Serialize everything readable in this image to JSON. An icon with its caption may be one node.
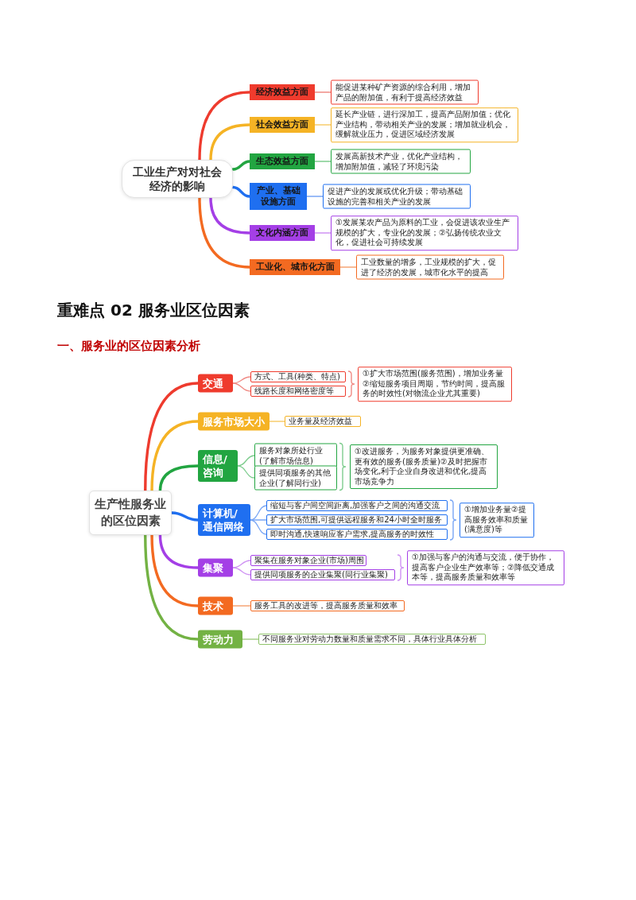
{
  "diagram": {
    "nodes": [
      {
        "text": [
          "工业生产对对社会经济的影响"
        ]
      },
      {
        "text": [
          "经济效益方面"
        ]
      },
      {
        "text": [
          "能促进某种矿产资源的综合利用，增加产品的附加值，有利于提高经济效益"
        ]
      },
      {
        "text": [
          "社会效益方面"
        ]
      },
      {
        "text": [
          "延长产业链，进行深加工，提高产品附加值；优化产业结构，带动相关产业的发展；增加就业机会，缓解就业压力，促进区域经济发展"
        ]
      },
      {
        "text": [
          "生态效益方面"
        ]
      },
      {
        "text": [
          "发展高新技术产业，优化产业结构，增加附加值，减轻了环境污染"
        ]
      },
      {
        "text": [
          "产业、基础设施方面"
        ]
      },
      {
        "text": [
          "促进产业的发展或优化升级；带动基础设施的完善和相关产业的发展"
        ]
      },
      {
        "text": [
          "文化内涵方面"
        ]
      },
      {
        "text": [
          "①发展某农产品为原料的工业，会促进该农业生产规模的扩大，专业化的发展；②弘扬传统农业文化，促进社会可持续发展"
        ]
      },
      {
        "text": [
          "工业化、城市化方面"
        ]
      },
      {
        "text": [
          "工业数量的增多，工业规模的扩大，促进了经济的发展，城市化水平的提高"
        ]
      },
      {
        "text": [
          "生产性服务业的区位因素"
        ]
      },
      {
        "text": [
          "交通"
        ]
      },
      {
        "text": [
          "方式、工具(种类、特点)"
        ]
      },
      {
        "text": [
          "线路长度和网络密度等"
        ]
      },
      {
        "text": [
          "①扩大市场范围(服务范围)，增加业务量②缩短服务项目周期，节约时间，提高服务的时效性(对物流企业尤其重要)"
        ]
      },
      {
        "text": [
          "服务市场大小"
        ]
      },
      {
        "text": [
          "业务量及经济效益"
        ]
      },
      {
        "text": [
          "信息/咨询"
        ]
      },
      {
        "text": [
          "服务对象所处行业(了解市场信息)"
        ]
      },
      {
        "text": [
          "提供同项服务的其他企业(了解同行业)"
        ]
      },
      {
        "text": [
          "①改进服务，为服务对象提供更准确、更有效的服务(服务质量)②及时把握市场变化,利于企业自身改进和优化,提高市场竞争力"
        ]
      },
      {
        "text": [
          "计算机/通信网络"
        ]
      },
      {
        "text": [
          "缩短与客户间空间距离,加强客户之间的沟通交流"
        ]
      },
      {
        "text": [
          "扩大市场范围,可提供远程服务和24小时全时服务"
        ]
      },
      {
        "text": [
          "即时沟通,快速响应客户需求,提高服务的时效性"
        ]
      },
      {
        "text": [
          "①增加业务量②提高服务效率和质量(满意度)等"
        ]
      },
      {
        "text": [
          "集聚"
        ]
      },
      {
        "text": [
          "聚集在服务对象企业(市场)周围"
        ]
      },
      {
        "text": [
          "提供同项服务的企业集聚(同行业集聚)"
        ]
      },
      {
        "text": [
          "①加强与客户的沟通与交流，便于协作，提高客户企业生产效率等；②降低交通成本等，提高服务质量和效率等"
        ]
      },
      {
        "text": [
          "技术"
        ]
      },
      {
        "text": [
          "服务工具的改进等，提高服务质量和效率"
        ]
      },
      {
        "text": [
          "劳动力"
        ]
      },
      {
        "text": [
          "不同服务业对劳动力数量和质量需求不同，具体行业具体分析"
        ]
      }
    ],
    "edges": [
      {
        "from": 0,
        "to": 1,
        "arrow": "none",
        "style": "thick",
        "color": "#ee3b2e"
      },
      {
        "from": 1,
        "to": 2,
        "arrow": "none",
        "color": "#f08a84"
      },
      {
        "from": 0,
        "to": 3,
        "arrow": "none",
        "style": "thick",
        "color": "#f5b325"
      },
      {
        "from": 3,
        "to": 4,
        "arrow": "none",
        "color": "#f7cd6e"
      },
      {
        "from": 0,
        "to": 5,
        "arrow": "none",
        "style": "thick",
        "color": "#22a541"
      },
      {
        "from": 5,
        "to": 6,
        "arrow": "none",
        "color": "#7fcd8f"
      },
      {
        "from": 0,
        "to": 7,
        "arrow": "none",
        "style": "thick",
        "color": "#1f6ff0"
      },
      {
        "from": 7,
        "to": 8,
        "arrow": "none",
        "color": "#79a6f5"
      },
      {
        "from": 0,
        "to": 9,
        "arrow": "none",
        "style": "thick",
        "color": "#a43fe6"
      },
      {
        "from": 9,
        "to": 10,
        "arrow": "none",
        "color": "#cf92f3"
      },
      {
        "from": 0,
        "to": 11,
        "arrow": "none",
        "style": "thick",
        "color": "#f36a21"
      },
      {
        "from": 11,
        "to": 12,
        "arrow": "none",
        "color": "#f6a575"
      },
      {
        "from": 13,
        "to": 14,
        "arrow": "none",
        "style": "thick",
        "color": "#ee3b2e"
      },
      {
        "from": 14,
        "to": 15,
        "arrow": "none",
        "color": "#f08a84"
      },
      {
        "from": 14,
        "to": 16,
        "arrow": "none",
        "color": "#f08a84"
      },
      {
        "from": 13,
        "to": 18,
        "arrow": "none",
        "style": "thick",
        "color": "#f5b325"
      },
      {
        "from": 18,
        "to": 19,
        "arrow": "none",
        "color": "#f7cd6e"
      },
      {
        "from": 13,
        "to": 20,
        "arrow": "none",
        "style": "thick",
        "color": "#22a541"
      },
      {
        "from": 20,
        "to": 21,
        "arrow": "none",
        "color": "#7fcd8f"
      },
      {
        "from": 20,
        "to": 22,
        "arrow": "none",
        "color": "#7fcd8f"
      },
      {
        "from": 13,
        "to": 24,
        "arrow": "none",
        "style": "thick",
        "color": "#1f6ff0"
      },
      {
        "from": 24,
        "to": 25,
        "arrow": "none",
        "color": "#79a6f5"
      },
      {
        "from": 24,
        "to": 26,
        "arrow": "none",
        "color": "#79a6f5"
      },
      {
        "from": 24,
        "to": 27,
        "arrow": "none",
        "color": "#79a6f5"
      },
      {
        "from": 13,
        "to": 29,
        "arrow": "none",
        "style": "thick",
        "color": "#a43fe6"
      },
      {
        "from": 29,
        "to": 30,
        "arrow": "none",
        "color": "#cf92f3"
      },
      {
        "from": 29,
        "to": 31,
        "arrow": "none",
        "color": "#cf92f3"
      },
      {
        "from": 13,
        "to": 33,
        "arrow": "none",
        "style": "thick",
        "color": "#f36a21"
      },
      {
        "from": 33,
        "to": 34,
        "arrow": "none",
        "color": "#f6a575"
      },
      {
        "from": 13,
        "to": 35,
        "arrow": "none",
        "style": "thick",
        "color": "#73b244"
      },
      {
        "from": 35,
        "to": 36,
        "arrow": "none",
        "color": "#a8d08a"
      }
    ],
    "labels": [
      "重难点 02 服务业区位因素",
      "一、服务业的区位因素分析"
    ]
  }
}
